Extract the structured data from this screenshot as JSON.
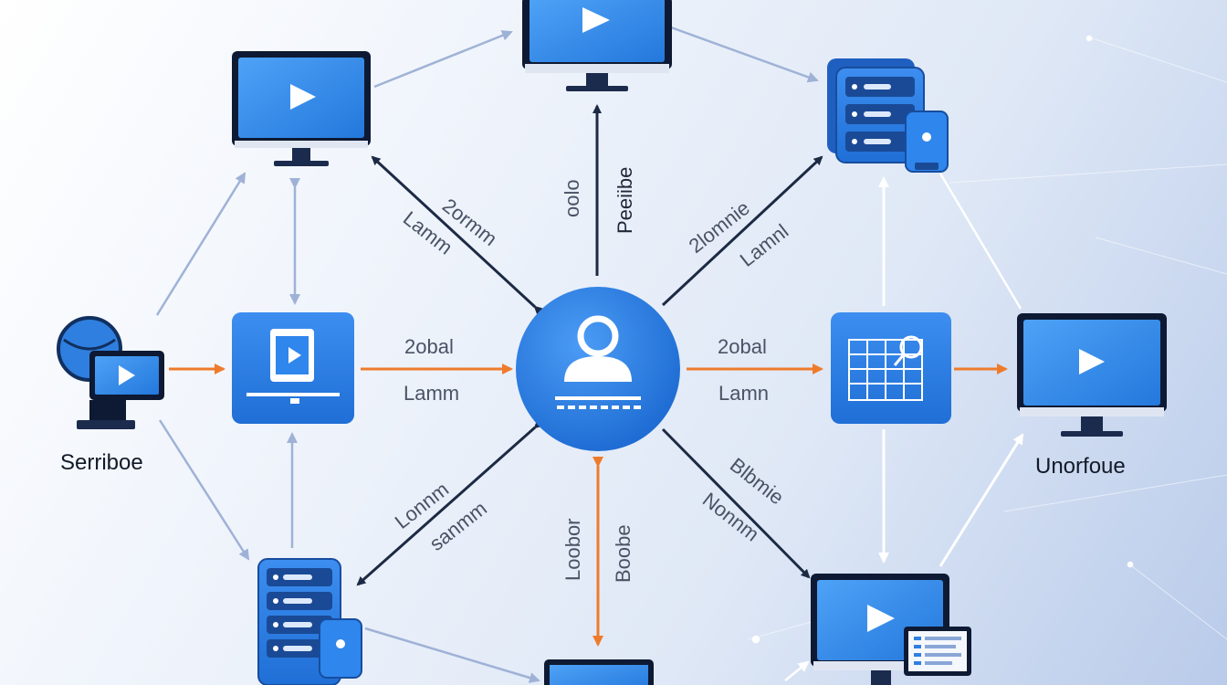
{
  "nodes": {
    "left_caption": "Serriboe",
    "right_caption": "Unorfoue"
  },
  "edge_labels": {
    "upper_left_a": "2ormm",
    "upper_left_b": "Lamm",
    "top_a": "oolo",
    "top_b": "Peeiibe",
    "upper_right_a": "2lomnie",
    "upper_right_b": "Lamnl",
    "mid_left_a": "2obal",
    "mid_left_b": "Lamm",
    "mid_right_a": "2obal",
    "mid_right_b": "Lamn",
    "lower_left_a": "Lonnm",
    "lower_left_b": "sanmm",
    "bottom_a": "Loobor",
    "bottom_b": "Boobe",
    "lower_right_a": "Blbmie",
    "lower_right_b": "Nonnm"
  },
  "colors": {
    "node_blue": "#2f7fe0",
    "dark_arrow": "#1c2a44",
    "orange_arrow": "#ee7b2c",
    "light_arrow": "#9fb2d6"
  },
  "icons": [
    "monitor-play-icon",
    "server-stack-icon",
    "user-hub-icon",
    "video-file-icon",
    "spreadsheet-search-icon",
    "globe-monitor-icon"
  ]
}
